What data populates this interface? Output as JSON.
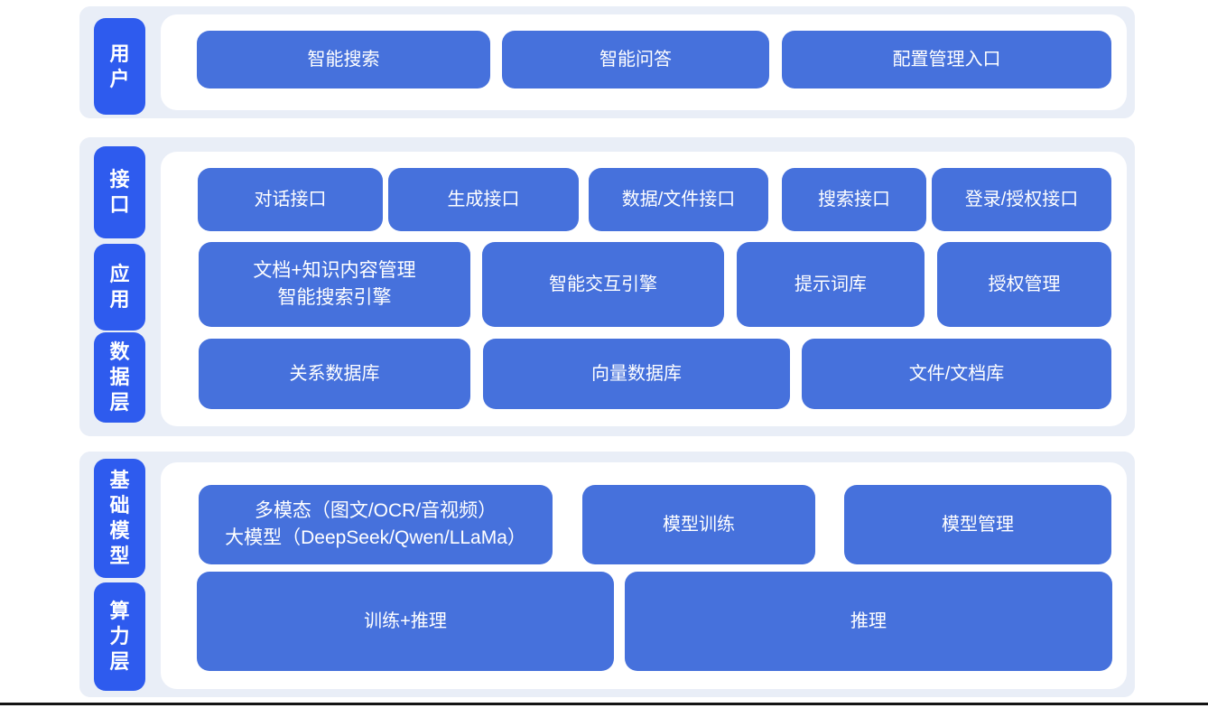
{
  "colors": {
    "section_bg": "#e9eef7",
    "panel_bg": "#ffffff",
    "tab_bg": "#2e5bee",
    "button_bg": "#4671dc",
    "text": "#ffffff"
  },
  "sections": [
    {
      "tabs": [
        "用户"
      ],
      "rows": [
        [
          "智能搜索",
          "智能问答",
          "配置管理入口"
        ]
      ]
    },
    {
      "tabs": [
        "接口",
        "应用",
        "数据层"
      ],
      "rows": [
        [
          "对话接口",
          "生成接口",
          "数据/文件接口",
          "搜索接口",
          "登录/授权接口"
        ],
        [
          "文档+知识内容管理\n智能搜索引擎",
          "智能交互引擎",
          "提示词库",
          "授权管理"
        ],
        [
          "关系数据库",
          "向量数据库",
          "文件/文档库"
        ]
      ]
    },
    {
      "tabs": [
        "基础模型",
        "算力层"
      ],
      "rows": [
        [
          "多模态（图文/OCR/音视频）\n大模型（DeepSeek/Qwen/LLaMa）",
          "模型训练",
          "模型管理"
        ],
        [
          "训练+推理",
          "推理"
        ]
      ]
    }
  ]
}
